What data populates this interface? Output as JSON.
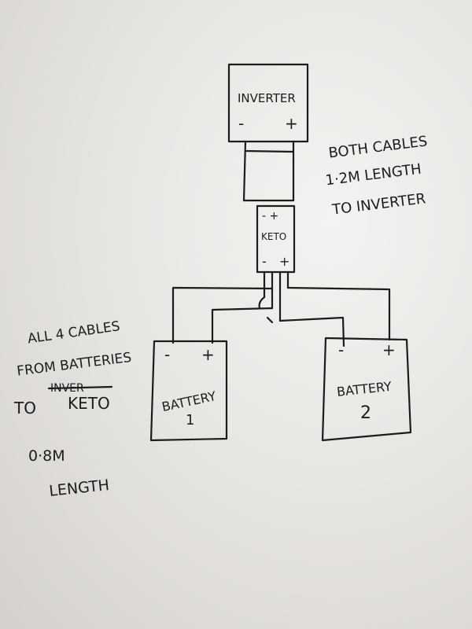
{
  "diagram": {
    "inverter": {
      "label": "INVERTER",
      "neg": "-",
      "pos": "+"
    },
    "keto": {
      "label": "KETO",
      "top_terms": "- +",
      "bottom_neg": "-",
      "bottom_pos": "+"
    },
    "battery1": {
      "label_line1": "BATTERY",
      "label_line2": "1",
      "neg": "-",
      "pos": "+"
    },
    "battery2": {
      "label_line1": "BATTERY",
      "label_line2": "2",
      "neg": "-",
      "pos": "+"
    },
    "note_right": {
      "line1": "BOTH CABLES",
      "line2": "1·2M LENGTH",
      "line3": "TO INVERTER"
    },
    "note_left": {
      "line1": "ALL 4 CABLES",
      "line2": "FROM BATTERIES",
      "line3_to": "TO",
      "line3_struck": "INVER",
      "line3_keto": "KETO",
      "line4": "0·8M",
      "line5": "LENGTH"
    }
  },
  "colors": {
    "ink": "#1c1c1f",
    "paper": "#ecebe8"
  }
}
